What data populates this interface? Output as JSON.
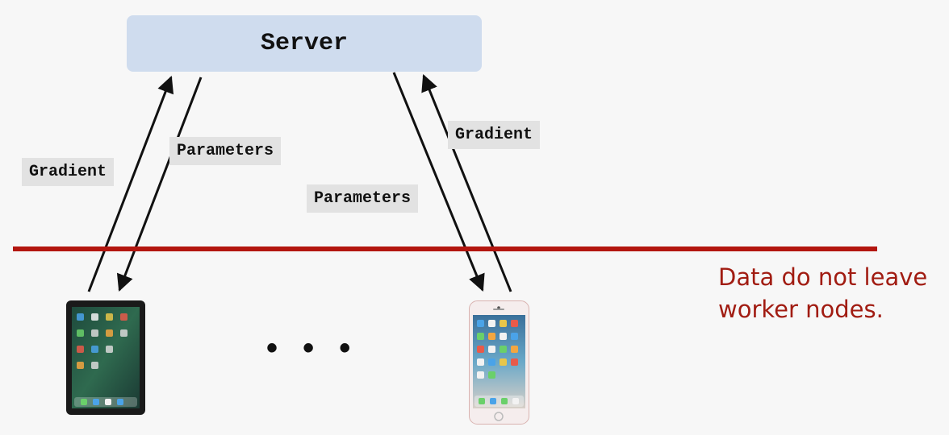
{
  "server": {
    "label": "Server"
  },
  "labels": {
    "left_gradient": "Gradient",
    "left_parameters": "Parameters",
    "right_gradient": "Gradient",
    "right_parameters": "Parameters"
  },
  "boundary": {
    "color": "#b3160f"
  },
  "note": {
    "line1": "Data do not leave",
    "line2": "worker nodes."
  },
  "ellipsis": "• • •",
  "devices": [
    {
      "type": "tablet-icon"
    },
    {
      "type": "phone-icon"
    }
  ],
  "colors": {
    "server_fill": "#cfdcee",
    "label_fill": "#e2e2e2",
    "note_text": "#a11c12"
  }
}
